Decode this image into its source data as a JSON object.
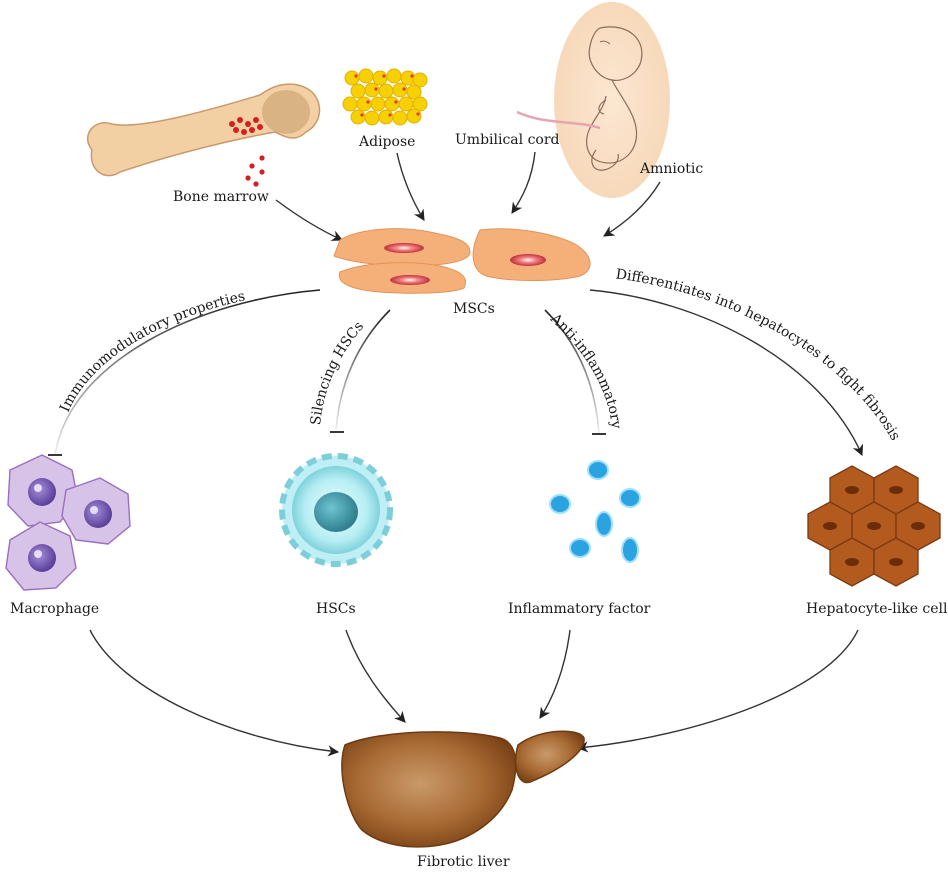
{
  "sources": {
    "bone_marrow": "Bone marrow",
    "adipose": "Adipose",
    "umbilical_cord": "Umbilical cord",
    "amniotic": "Amniotic"
  },
  "center": "MSCs",
  "mechanisms": {
    "immunomodulatory": "Immunomodulatory properties",
    "silencing": "Silencing HSCs",
    "anti_inflammatory": "Anti-inflammatory",
    "differentiates": "Differentiates into hepatocytes to fight fibrosis"
  },
  "targets": {
    "macrophage": "Macrophage",
    "hscs": "HSCs",
    "inflammatory_factor": "Inflammatory factor",
    "hepatocyte_like": "Hepatocyte-like cells"
  },
  "outcome": "Fibrotic liver",
  "colors": {
    "bone": "#f1c99a",
    "adipose": "#f6d000",
    "msc": "#f5b07a",
    "macrophage": "#c7a8dc",
    "hsc": "#9ee3ea",
    "inflammatory": "#2aa3e0",
    "hepatocyte": "#b35a1f",
    "liver": "#a8672d"
  }
}
